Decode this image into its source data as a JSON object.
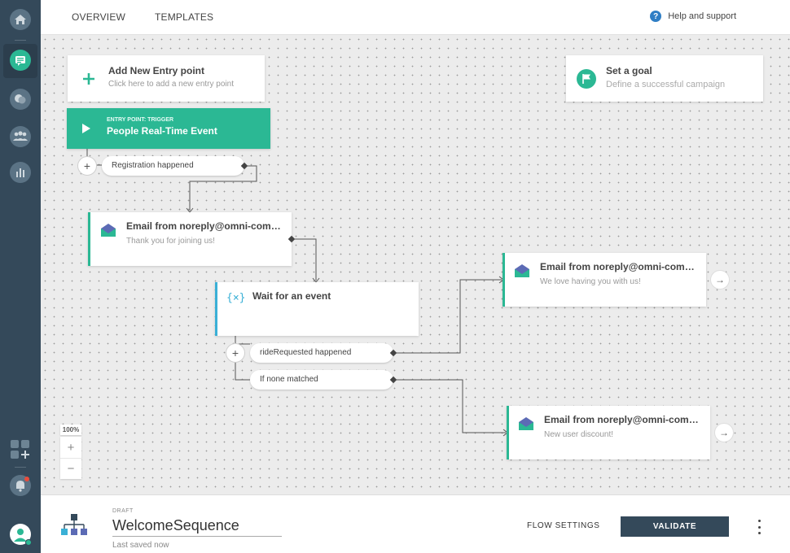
{
  "topbar": {
    "tabs": [
      "OVERVIEW",
      "TEMPLATES"
    ],
    "help_label": "Help and support"
  },
  "sidebar": {
    "items": [
      "home-icon",
      "messages-icon",
      "chat-icon",
      "people-icon",
      "analytics-icon",
      "apps-icon",
      "notifications-icon",
      "user-settings-icon"
    ]
  },
  "entry": {
    "add_title": "Add New Entry point",
    "add_sub": "Click here to add a new entry point",
    "trigger_label": "ENTRY POINT: TRIGGER",
    "trigger_title": "People Real-Time Event",
    "event_label": "Registration happened"
  },
  "goal": {
    "title": "Set a goal",
    "sub": "Define a successful campaign"
  },
  "emails": [
    {
      "title": "Email from noreply@omni-communications.com",
      "sub": "Thank you for joining us!"
    },
    {
      "title": "Email from noreply@omni-communications.com",
      "sub": "We love having you with us!"
    },
    {
      "title": "Email from noreply@omni-communications.com",
      "sub": "New user discount!"
    }
  ],
  "wait": {
    "title": "Wait for an event",
    "branches": [
      "rideRequested happened",
      "If none matched"
    ]
  },
  "zoom": {
    "level": "100%"
  },
  "footer": {
    "status": "DRAFT",
    "name": "WelcomeSequence",
    "saved": "Last saved now",
    "settings_label": "FLOW SETTINGS",
    "validate_label": "VALIDATE"
  },
  "colors": {
    "sidebar": "#34495a",
    "accent_green": "#2bb894",
    "accent_blue": "#3ab0d6",
    "help_blue": "#2f7ec5"
  }
}
